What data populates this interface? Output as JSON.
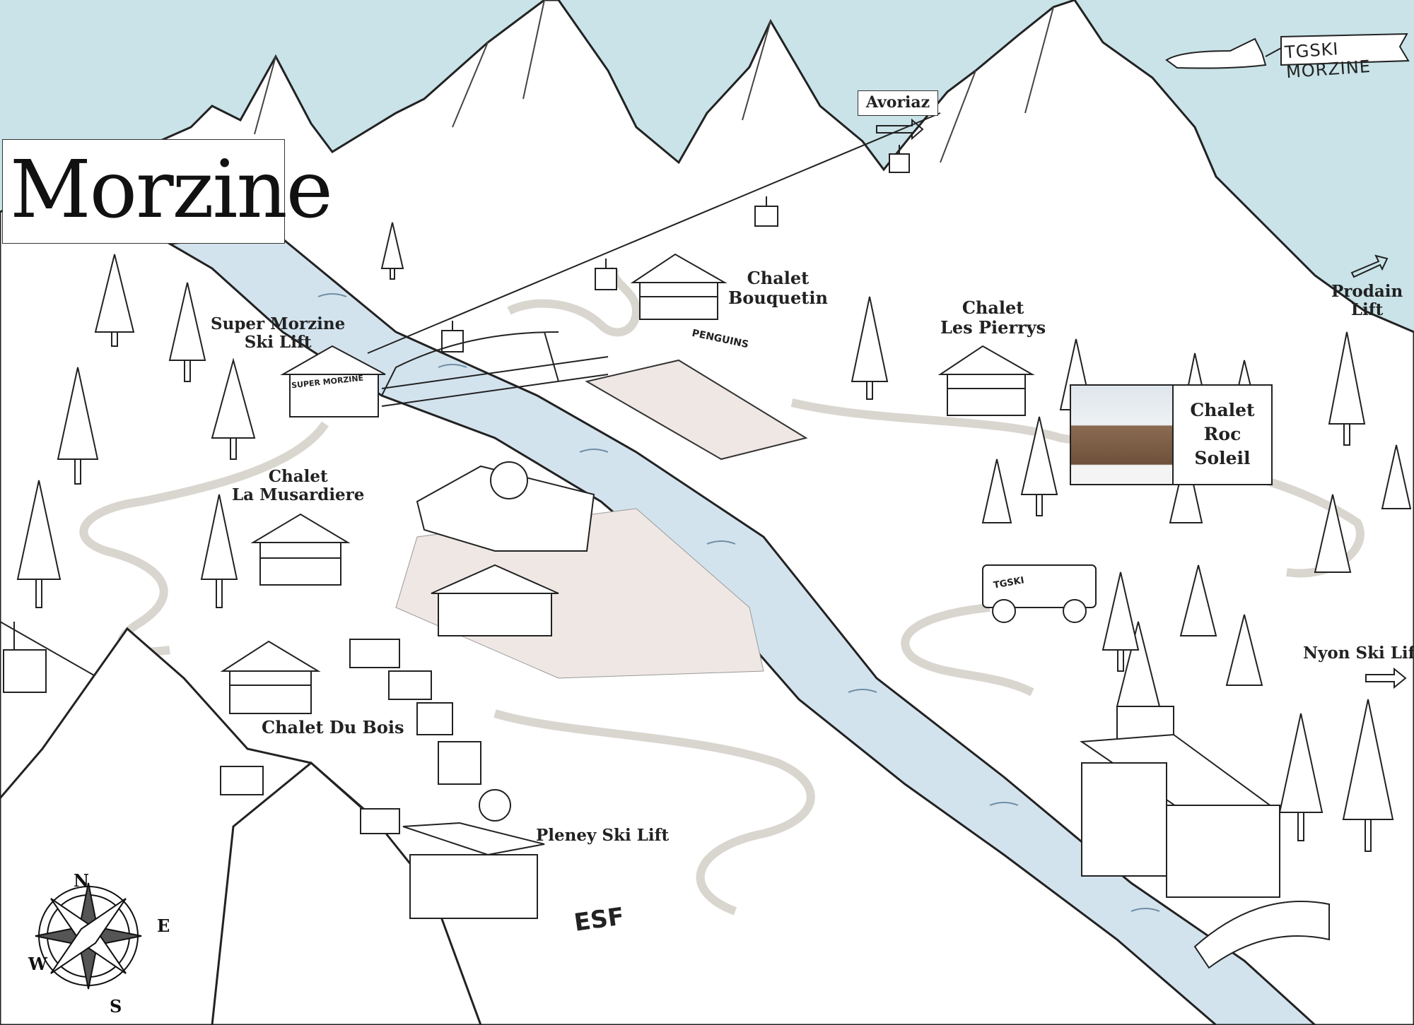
{
  "title": "Morzine",
  "banner": "TGSKI MORZINE",
  "labels": {
    "avoriaz": "Avoriaz",
    "chalet_bouquetin": [
      "Chalet",
      "Bouquetin"
    ],
    "chalet_les_pierrys": [
      "Chalet",
      "Les Pierrys"
    ],
    "chalet_roc_soleil": [
      "Chalet",
      "Roc",
      "Soleil"
    ],
    "prodain_lift": [
      "Prodain",
      "Lift"
    ],
    "super_morzine": [
      "Super Morzine",
      "Ski Lift"
    ],
    "chalet_la_musardiere": [
      "Chalet",
      "La Musardiere"
    ],
    "chalet_du_bois": "Chalet Du Bois",
    "pleney_ski_lift": "Pleney Ski Lift",
    "nyon_ski_lift": "Nyon Ski Lift"
  },
  "signs": {
    "penguins": "PENGUINS",
    "esf": "ESF",
    "super_morzine_sign": "SUPER MORZINE",
    "jeep": "TGSKI"
  },
  "compass": {
    "n": "N",
    "e": "E",
    "s": "S",
    "w": "W"
  },
  "colors": {
    "sky": "#c9e3e8",
    "river": "#d3e3ee",
    "path": "#d9d6cf",
    "plaza": "#efe7e3",
    "ink": "#222222"
  }
}
